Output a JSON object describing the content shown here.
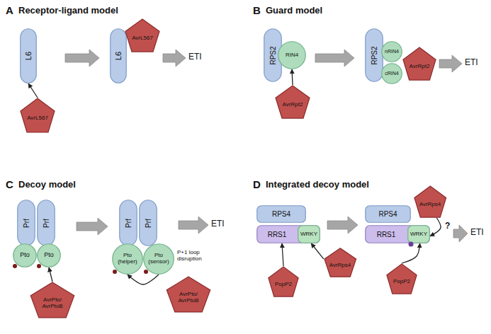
{
  "diagram": {
    "nodes": [
      {
        "text": [
          "L6"
        ]
      },
      {
        "text": [
          "AvrL567"
        ]
      },
      {
        "text": [
          "L6"
        ]
      },
      {
        "text": [
          "AvrL567"
        ]
      },
      {
        "text": [
          "RPS2"
        ]
      },
      {
        "text": [
          "RIN4"
        ]
      },
      {
        "text": [
          "AvrRpt2"
        ]
      },
      {
        "text": [
          "RPS2"
        ]
      },
      {
        "text": [
          "nRIN4"
        ]
      },
      {
        "text": [
          "cRIN4"
        ]
      },
      {
        "text": [
          "AvrRpt2"
        ]
      },
      {
        "text": [
          "Prf"
        ]
      },
      {
        "text": [
          "Prf"
        ]
      },
      {
        "text": [
          "Pto"
        ]
      },
      {
        "text": [
          "Pto"
        ]
      },
      {
        "text": [
          "AvrPto/ AvrPtoB"
        ]
      },
      {
        "text": [
          "Prf"
        ]
      },
      {
        "text": [
          "Prf"
        ]
      },
      {
        "text": [
          "Pto (helper)"
        ]
      },
      {
        "text": [
          "Pto (sensor)"
        ]
      },
      {
        "text": [
          "AvrPto/ AvrPtoB"
        ]
      },
      {
        "text": [
          "RPS4"
        ]
      },
      {
        "text": [
          "RRS1"
        ]
      },
      {
        "text": [
          "WRKY"
        ],
        "in": 22
      },
      {
        "text": [
          "PopP2"
        ]
      },
      {
        "text": [
          "AvrRps4"
        ]
      },
      {
        "text": [
          "RPS4"
        ]
      },
      {
        "text": [
          "RRS1"
        ]
      },
      {
        "text": [
          "WRKY"
        ],
        "in": 27
      },
      {
        "text": [
          "AvrRps4"
        ]
      },
      {
        "text": [
          "PopP2"
        ]
      }
    ],
    "edges": [
      {
        "from": 1,
        "to": 0,
        "arrow": "to"
      },
      {
        "from": 6,
        "to": 5,
        "arrow": "to"
      },
      {
        "from": 15,
        "to": 14,
        "arrow": "to"
      },
      {
        "from": 19,
        "to": 18,
        "arrow": "to"
      },
      {
        "from": 24,
        "to": 22,
        "arrow": "to"
      },
      {
        "from": 25,
        "to": 23,
        "arrow": "to"
      },
      {
        "from": 30,
        "to": 28,
        "arrow": "to"
      },
      {
        "from": 29,
        "to": 28,
        "arrow": "to"
      }
    ],
    "labels": [
      "A",
      "Receptor-ligand model",
      "B",
      "Guard model",
      "C",
      "Decoy model",
      "D",
      "Integrated decoy model",
      "ETI",
      "ETI",
      "ETI",
      "ETI",
      "P+1 loop disruption",
      "?"
    ]
  }
}
